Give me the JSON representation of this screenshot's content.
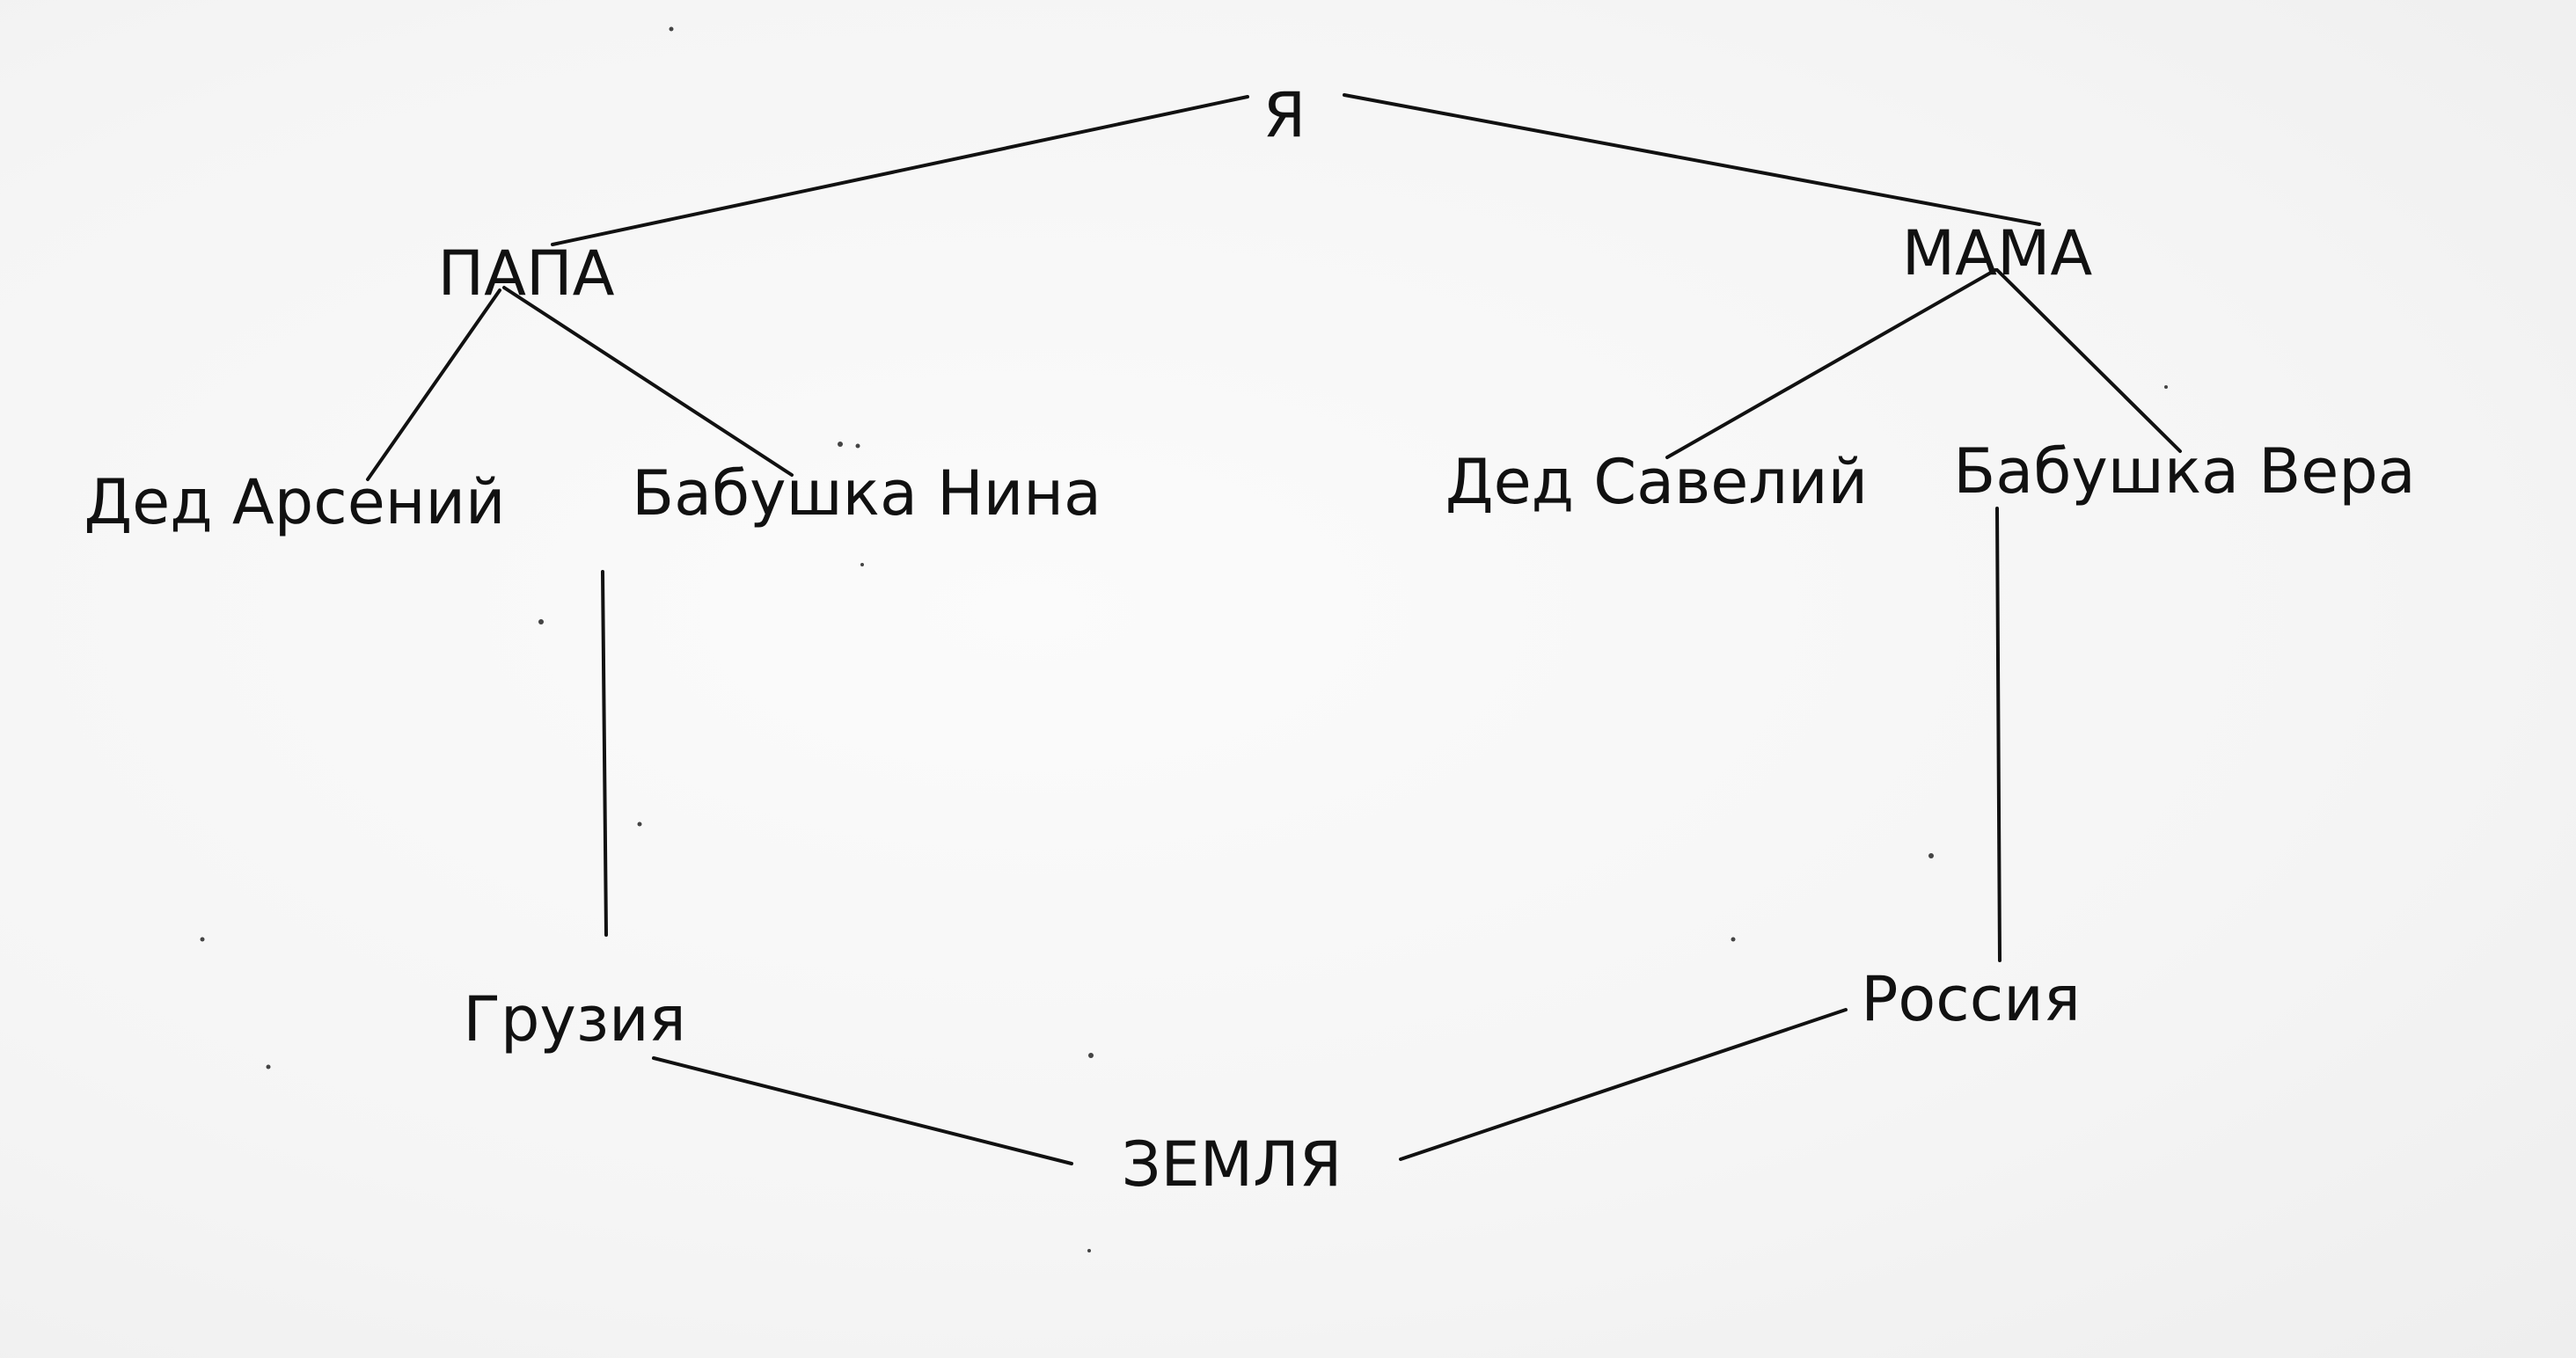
{
  "nodes": {
    "me": "Я",
    "papa": "ПАПА",
    "mama": "МАМА",
    "ded_arseniy": "Дед Арсений",
    "babushka_nina": "Бабушка Нина",
    "ded_saveliy": "Дед Савелий",
    "babushka_vera": "Бабушка Вера",
    "gruziya": "Грузия",
    "rossiya": "Россия",
    "zemlya": "ЗЕМЛЯ"
  }
}
